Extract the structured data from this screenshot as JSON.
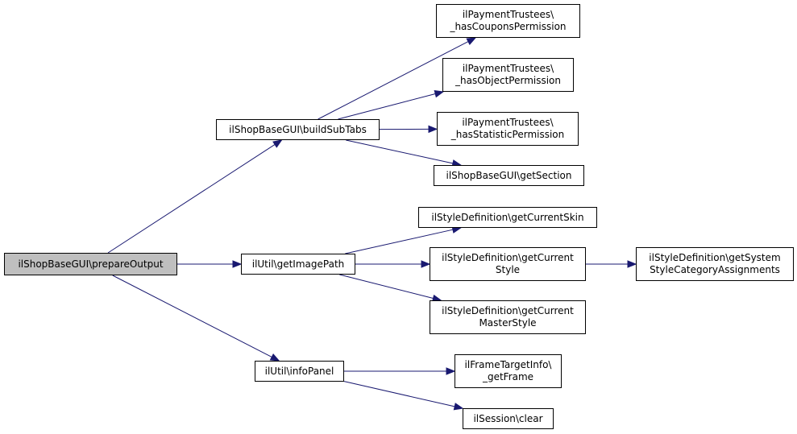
{
  "colors": {
    "edge": "#191970",
    "root_fill": "#bfbfbf",
    "node_fill": "#ffffff",
    "border": "#000000"
  },
  "nodes": {
    "prepare_output": {
      "lines": [
        "ilShopBaseGUI\\prepareOutput"
      ]
    },
    "build_sub_tabs": {
      "lines": [
        "ilShopBaseGUI\\buildSubTabs"
      ]
    },
    "get_image_path": {
      "lines": [
        "ilUtil\\getImagePath"
      ]
    },
    "info_panel": {
      "lines": [
        "ilUtil\\infoPanel"
      ]
    },
    "has_coupons_permission": {
      "lines": [
        "ilPaymentTrustees\\",
        "_hasCouponsPermission"
      ]
    },
    "has_object_permission": {
      "lines": [
        "ilPaymentTrustees\\",
        "_hasObjectPermission"
      ]
    },
    "has_statistic_permission": {
      "lines": [
        "ilPaymentTrustees\\",
        "_hasStatisticPermission"
      ]
    },
    "get_section": {
      "lines": [
        "ilShopBaseGUI\\getSection"
      ]
    },
    "get_current_skin": {
      "lines": [
        "ilStyleDefinition\\getCurrentSkin"
      ]
    },
    "get_current_style": {
      "lines": [
        "ilStyleDefinition\\getCurrent",
        "Style"
      ]
    },
    "get_current_master_style": {
      "lines": [
        "ilStyleDefinition\\getCurrent",
        "MasterStyle"
      ]
    },
    "get_system_style_category_assignments": {
      "lines": [
        "ilStyleDefinition\\getSystem",
        "StyleCategoryAssignments"
      ]
    },
    "get_frame": {
      "lines": [
        "ilFrameTargetInfo\\",
        "_getFrame"
      ]
    },
    "session_clear": {
      "lines": [
        "ilSession\\clear"
      ]
    }
  },
  "edges": [
    [
      "prepare_output",
      "build_sub_tabs"
    ],
    [
      "prepare_output",
      "get_image_path"
    ],
    [
      "prepare_output",
      "info_panel"
    ],
    [
      "build_sub_tabs",
      "has_coupons_permission"
    ],
    [
      "build_sub_tabs",
      "has_object_permission"
    ],
    [
      "build_sub_tabs",
      "has_statistic_permission"
    ],
    [
      "build_sub_tabs",
      "get_section"
    ],
    [
      "get_image_path",
      "get_current_skin"
    ],
    [
      "get_image_path",
      "get_current_style"
    ],
    [
      "get_image_path",
      "get_current_master_style"
    ],
    [
      "get_current_style",
      "get_system_style_category_assignments"
    ],
    [
      "info_panel",
      "get_frame"
    ],
    [
      "info_panel",
      "session_clear"
    ]
  ]
}
